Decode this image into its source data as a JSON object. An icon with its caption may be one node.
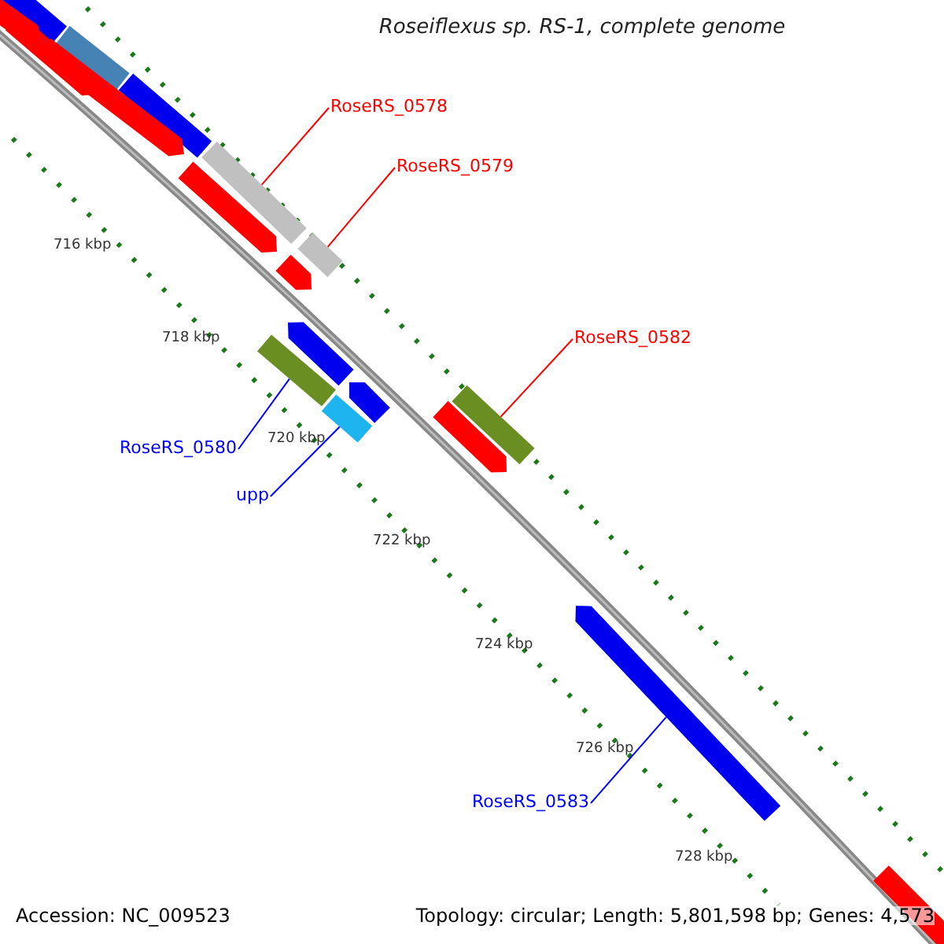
{
  "diagram": {
    "title": "Roseiflexus sp. RS-1, complete genome",
    "nodes": [
      {
        "text": [
          "RoseRS_0578"
        ]
      },
      {
        "text": [
          "RoseRS_0579"
        ]
      },
      {
        "text": [
          "RoseRS_0582"
        ]
      },
      {
        "text": [
          "RoseRS_0580"
        ]
      },
      {
        "text": [
          "upp"
        ]
      },
      {
        "text": [
          "RoseRS_0583"
        ]
      },
      {
        "text": [],
        "shape": "bar"
      },
      {
        "text": [],
        "shape": "bar"
      },
      {
        "text": [],
        "shape": "bar"
      },
      {
        "text": [],
        "shape": "bar"
      },
      {
        "text": [],
        "shape": "bar"
      },
      {
        "text": [],
        "shape": "bar"
      }
    ],
    "edges": [
      {
        "from": 0,
        "to": 6,
        "arrow": "none",
        "color": "#ff0000"
      },
      {
        "from": 1,
        "to": 7,
        "arrow": "none",
        "color": "#ff0000"
      },
      {
        "from": 2,
        "to": 8,
        "arrow": "none",
        "color": "#ff0000"
      },
      {
        "from": 3,
        "to": 9,
        "arrow": "none",
        "color": "#0000ff"
      },
      {
        "from": 4,
        "to": 10,
        "arrow": "none",
        "color": "#0000ff"
      },
      {
        "from": 5,
        "to": 11,
        "arrow": "none",
        "color": "#0000ff"
      }
    ],
    "labels": [
      "716 kbp",
      "718 kbp",
      "720 kbp",
      "722 kbp",
      "724 kbp",
      "726 kbp",
      "728 kbp",
      "Accession: NC_009523",
      "Topology: circular; Length: 5,801,598 bp; Genes: 4,573"
    ]
  }
}
